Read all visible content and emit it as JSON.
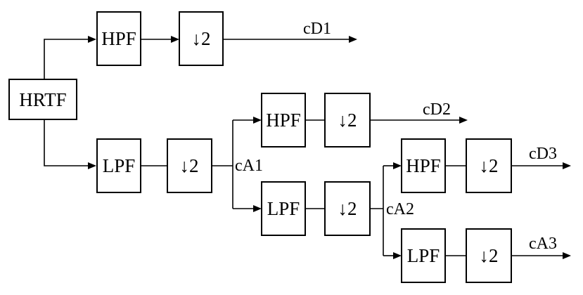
{
  "blocks": {
    "input": "HRTF",
    "l1_hpf": "HPF",
    "l1_hpf_down": "↓2",
    "l1_lpf": "LPF",
    "l1_lpf_down": "↓2",
    "l2_hpf": "HPF",
    "l2_hpf_down": "↓2",
    "l2_lpf": "LPF",
    "l2_lpf_down": "↓2",
    "l3_hpf": "HPF",
    "l3_hpf_down": "↓2",
    "l3_lpf": "LPF",
    "l3_lpf_down": "↓2"
  },
  "signals": {
    "cD1": "cD1",
    "cA1": "cA1",
    "cD2": "cD2",
    "cA2": "cA2",
    "cD3": "cD3",
    "cA3": "cA3"
  },
  "colors": {
    "stroke": "#000000",
    "background": "#ffffff"
  }
}
